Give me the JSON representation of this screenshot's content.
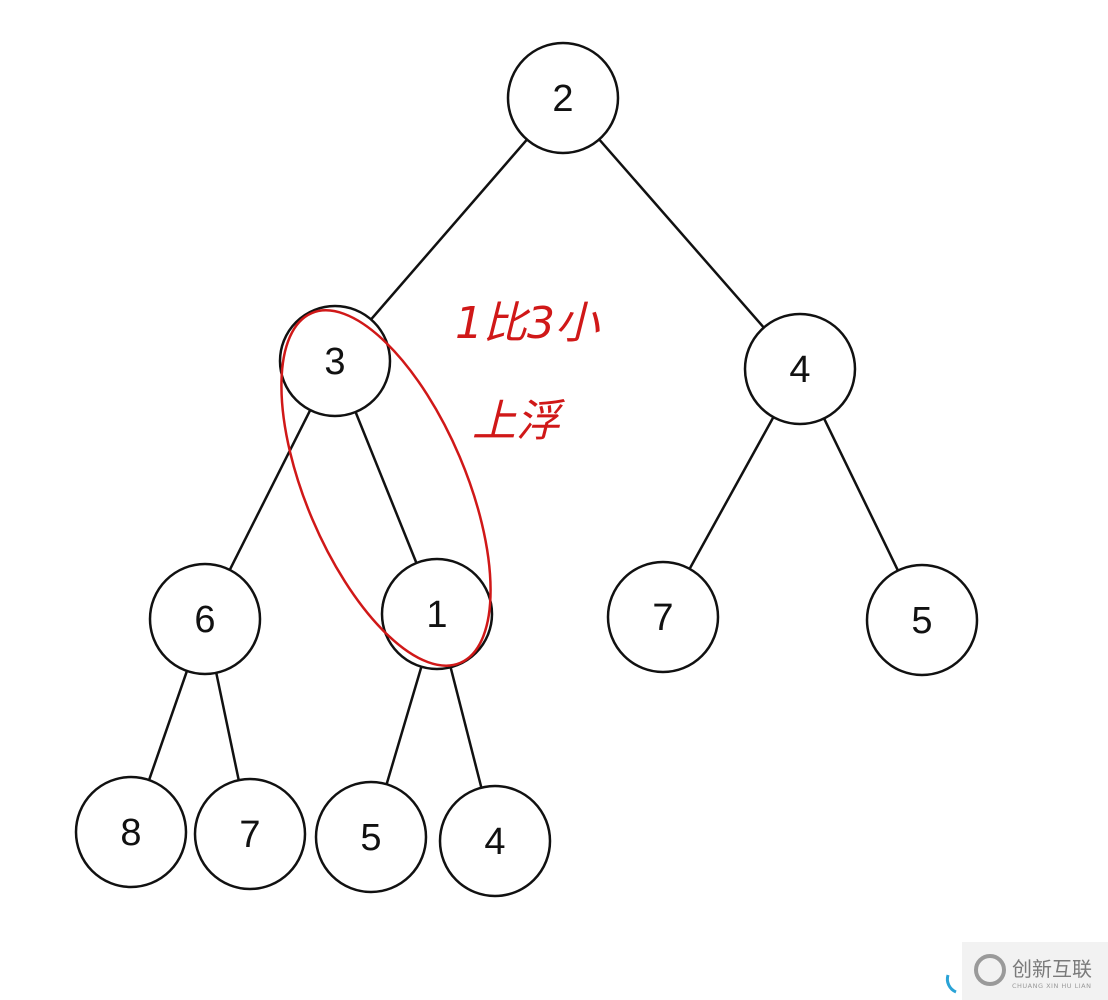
{
  "tree": {
    "nodes": [
      {
        "id": "root",
        "label": "2"
      },
      {
        "id": "n3",
        "label": "3"
      },
      {
        "id": "n4",
        "label": "4"
      },
      {
        "id": "n6",
        "label": "6"
      },
      {
        "id": "n1",
        "label": "1"
      },
      {
        "id": "n7a",
        "label": "7"
      },
      {
        "id": "n5a",
        "label": "5"
      },
      {
        "id": "n8",
        "label": "8"
      },
      {
        "id": "n7b",
        "label": "7"
      },
      {
        "id": "n5b",
        "label": "5"
      },
      {
        "id": "n4b",
        "label": "4"
      }
    ],
    "edges": [
      [
        "root",
        "n3"
      ],
      [
        "root",
        "n4"
      ],
      [
        "n3",
        "n6"
      ],
      [
        "n3",
        "n1"
      ],
      [
        "n4",
        "n7a"
      ],
      [
        "n4",
        "n5a"
      ],
      [
        "n6",
        "n8"
      ],
      [
        "n6",
        "n7b"
      ],
      [
        "n1",
        "n5b"
      ],
      [
        "n1",
        "n4b"
      ]
    ]
  },
  "annotation": {
    "line1": "1比3小",
    "line2": "上浮",
    "color": "#d01818"
  },
  "watermark": {
    "text": "创新互联",
    "subtext": "CHUANG XIN HU LIAN",
    "icon": "c-logo-icon"
  }
}
